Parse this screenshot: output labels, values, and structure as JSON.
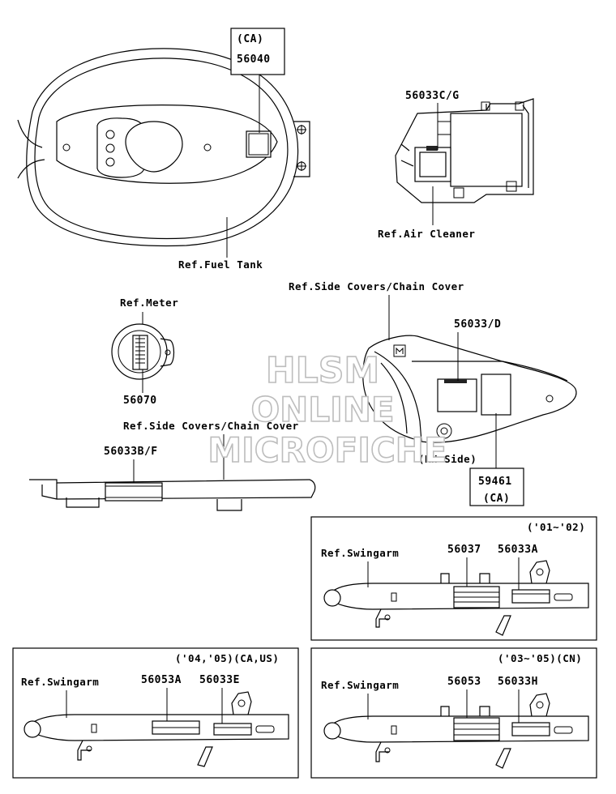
{
  "watermark": {
    "line1": "HLSM",
    "line2": "ONLINE",
    "line3": "MICROFICHE"
  },
  "fuel_tank": {
    "ref_label": "Ref.Fuel Tank",
    "part_box_region": "(CA)",
    "part_box_number": "56040"
  },
  "air_cleaner": {
    "ref_label": "Ref.Air Cleaner",
    "part_number": "56033C/G"
  },
  "meter": {
    "ref_label": "Ref.Meter",
    "part_number": "56070"
  },
  "side_cover_rh": {
    "ref_label": "Ref.Side Covers/Chain Cover",
    "part_number": "56033/D",
    "side_note": "(RH Side)",
    "part_box_number": "59461",
    "part_box_region": "(CA)"
  },
  "chain_cover": {
    "ref_label": "Ref.Side Covers/Chain Cover",
    "part_number": "56033B/F"
  },
  "swingarm_01_02": {
    "header": "('01~'02)",
    "ref_label": "Ref.Swingarm",
    "part_a": "56037",
    "part_b": "56033A"
  },
  "swingarm_04_05": {
    "header": "('04,'05)(CA,US)",
    "ref_label": "Ref.Swingarm",
    "part_a": "56053A",
    "part_b": "56033E"
  },
  "swingarm_03_05_cn": {
    "header": "('03~'05)(CN)",
    "ref_label": "Ref.Swingarm",
    "part_a": "56053",
    "part_b": "56033H"
  }
}
